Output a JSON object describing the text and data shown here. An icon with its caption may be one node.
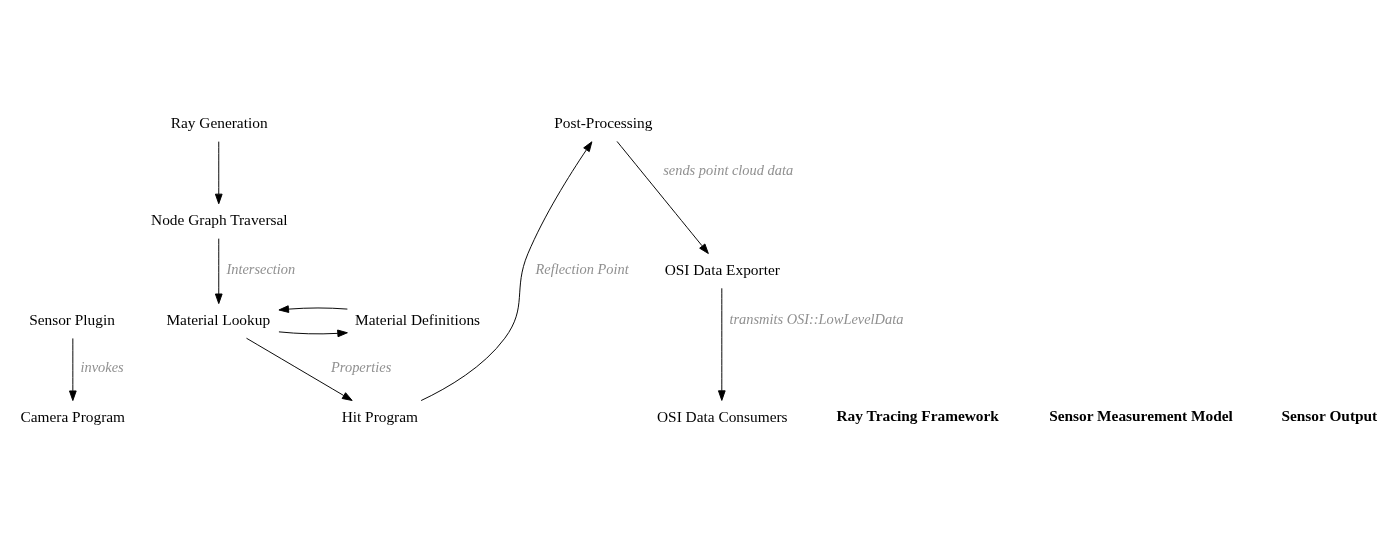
{
  "diagram": {
    "nodes": [
      {
        "text": [
          "Sensor Plugin"
        ]
      },
      {
        "text": [
          "Camera Program"
        ]
      },
      {
        "text": [
          "Ray Generation"
        ]
      },
      {
        "text": [
          "Post-Processing"
        ]
      },
      {
        "text": [
          "Node Graph Traversal"
        ]
      },
      {
        "text": [
          "Material Lookup"
        ]
      },
      {
        "text": [
          "Material Definitions"
        ]
      },
      {
        "text": [
          "Hit Program"
        ]
      },
      {
        "text": [
          "OSI Data Exporter"
        ]
      },
      {
        "text": [
          "OSI Data Consumers"
        ]
      }
    ],
    "edges": [
      {
        "from": 0,
        "to": 1,
        "arrow": "to",
        "label": "invokes"
      },
      {
        "from": 2,
        "to": 4,
        "arrow": "to"
      },
      {
        "from": 4,
        "to": 5,
        "arrow": "to",
        "label": "Intersection"
      },
      {
        "from": 5,
        "to": 6,
        "arrow": "to"
      },
      {
        "from": 6,
        "to": 5,
        "arrow": "to"
      },
      {
        "from": 5,
        "to": 7,
        "arrow": "to",
        "label": "Properties"
      },
      {
        "from": 7,
        "to": 3,
        "arrow": "to",
        "label": "Reflection Point"
      },
      {
        "from": 3,
        "to": 8,
        "arrow": "to",
        "label": "sends point cloud data"
      },
      {
        "from": 8,
        "to": 9,
        "arrow": "to",
        "label": "transmits OSI::LowLevelData"
      }
    ],
    "labels": [
      "Ray Tracing Framework",
      "Sensor Measurement Model",
      "Sensor Output"
    ]
  }
}
